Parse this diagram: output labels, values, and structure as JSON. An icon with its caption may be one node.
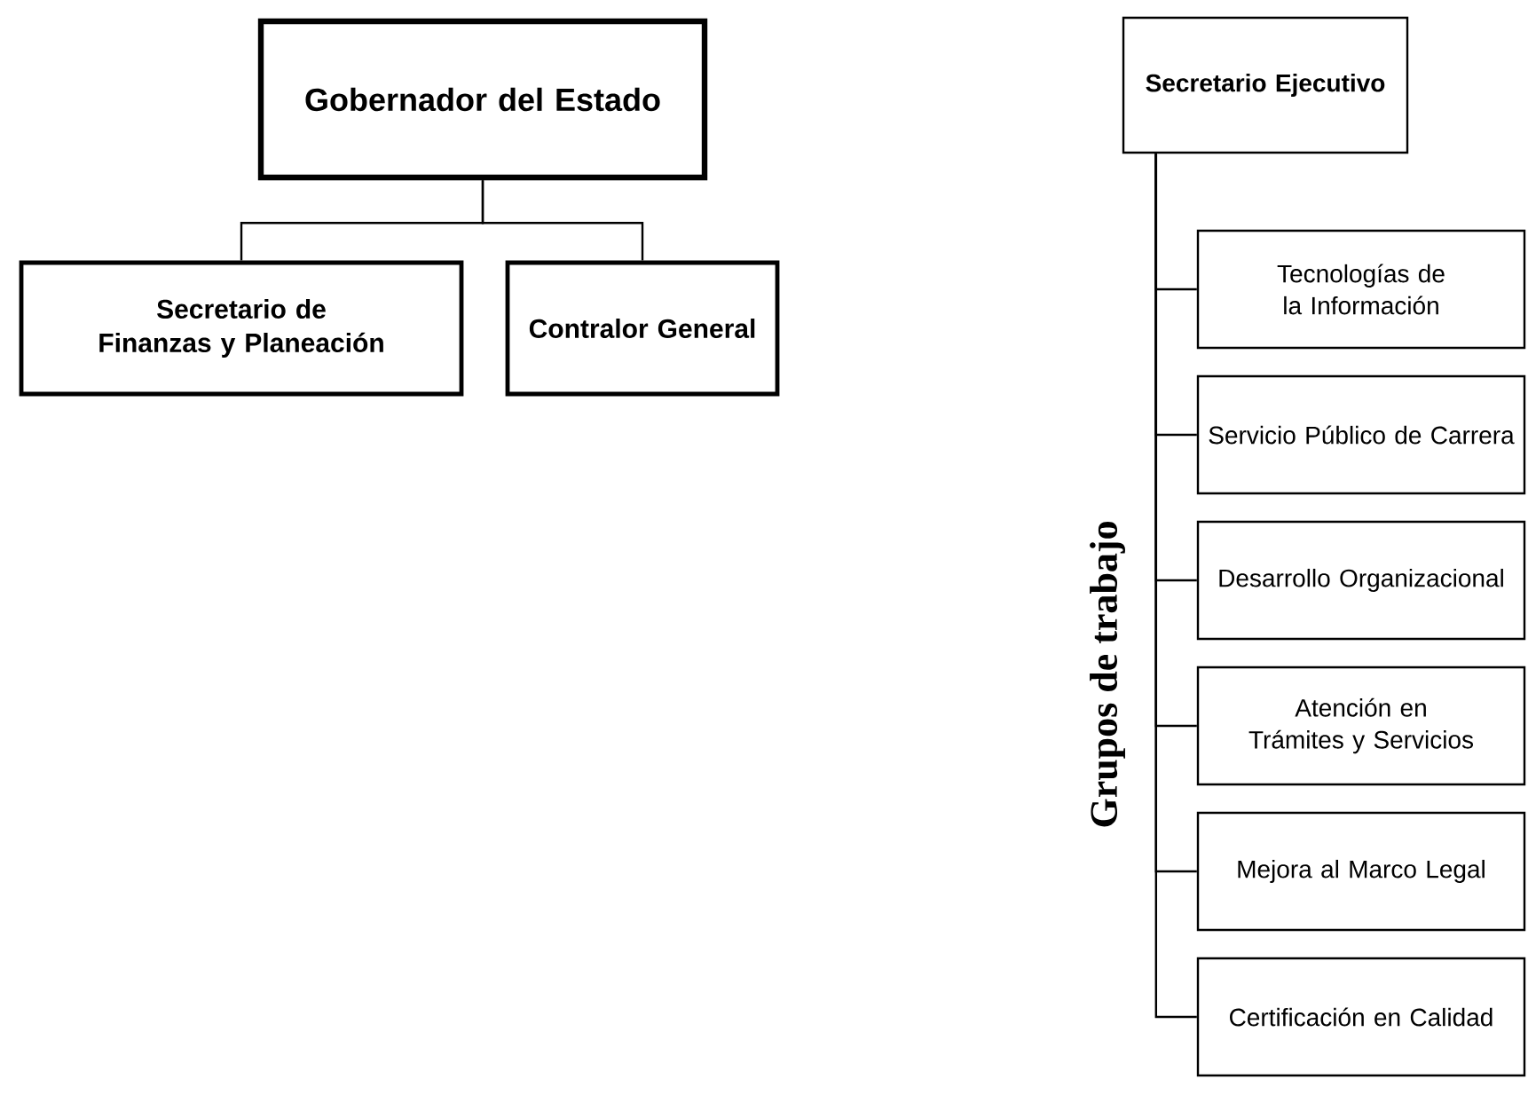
{
  "diagram": {
    "nodes": [
      {
        "text": [
          "Gobernador del Estado"
        ]
      },
      {
        "text": [
          "Secretario de Finanzas y Planeación"
        ]
      },
      {
        "text": [
          "Contralor General"
        ]
      },
      {
        "text": [
          "Secretario Ejecutivo"
        ]
      },
      {
        "text": [
          "Tecnologías de la Información"
        ]
      },
      {
        "text": [
          "Servicio Público de Carrera"
        ]
      },
      {
        "text": [
          "Desarrollo Organizacional"
        ]
      },
      {
        "text": [
          "Atención en Trámites y Servicios"
        ]
      },
      {
        "text": [
          "Mejora al Marco Legal"
        ]
      },
      {
        "text": [
          "Certificación en Calidad"
        ]
      }
    ],
    "edges": [
      {
        "from": 0,
        "to": 1,
        "arrow": "none"
      },
      {
        "from": 0,
        "to": 2,
        "arrow": "none"
      },
      {
        "from": 3,
        "to": 4,
        "arrow": "none"
      },
      {
        "from": 3,
        "to": 5,
        "arrow": "none"
      },
      {
        "from": 3,
        "to": 6,
        "arrow": "none"
      },
      {
        "from": 3,
        "to": 7,
        "arrow": "none"
      },
      {
        "from": 3,
        "to": 8,
        "arrow": "none"
      },
      {
        "from": 3,
        "to": 9,
        "arrow": "none"
      }
    ],
    "labels": [
      "Grupos de trabajo"
    ]
  }
}
